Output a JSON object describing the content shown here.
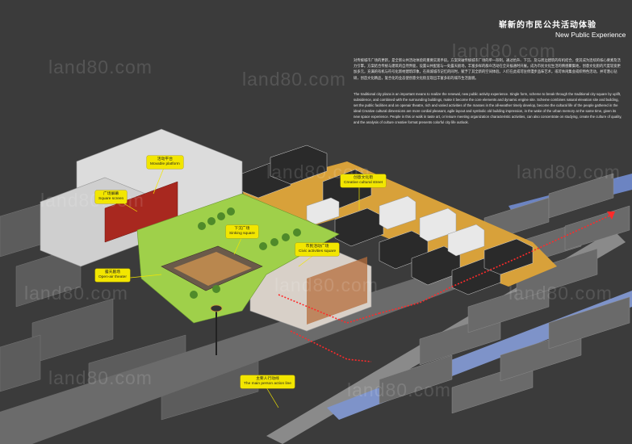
{
  "header": {
    "title_cn": "崭新的市民公共活动体验",
    "title_en": "New Public Experience"
  },
  "description": {
    "cn": "对传统城市广场的更新，是全新公共活动体验的重要实现手段。方案突破传统城市广场的单一形制，通过抬升、下沉、及与周边建筑的有机结合，使其成为连续的核心要素及活力引擎。方案结合传统与建筑的自然界面，设置公共配套与一处露天剧场，丰富多样的群众活动在全天候通时开展。成为市民文化生活的情感聚集地，创意文化街的尺度较宽更加多元，充满的有机与符号化新材建筑印象，在商城城市记忆的同时，赋予了其全新的空间体验。人们在此或可驻停漫步品味艺术，或可休闲集会或织特色活动，并可潜心钻研，创造文化精品，复合化的业态使创意文化街呈现出丰富多彩的城市生活面貌。",
    "en": "The traditional city plaza is an important means to realize the renewal, new public activity experience. Single form, scheme to break through the traditional city square by uplift, subsidence, and combined with the surrounding buildings, make it become the core elements and dynamic engine site. Scheme combines natural elevation site and building, set the public facilities and an openair theatre, rich and varied activities of the masses in the all-weather timely develop, become the cultural life of the people gathered in the ideal Creative cultural dimensions are more cordial pleasant, agile layout and symbolic old building impression, in the wake of the urban memory at the same time, given its new space experience. People in this or walk in taste art, or leisure meeting organization characteristic activities, can also concentrate on studying, create the culture of quality, and the analysis of culture creative format presents colorful city life outlook."
  },
  "callouts": [
    {
      "id": "movable-platform",
      "cn": "活动平台",
      "en": "Movable platform"
    },
    {
      "id": "square-screen",
      "cn": "广场屏幕",
      "en": "Square screen"
    },
    {
      "id": "sinking-square",
      "cn": "下沉广场",
      "en": "Sinking square"
    },
    {
      "id": "civic-square",
      "cn": "市民活动广场",
      "en": "Civic activities square"
    },
    {
      "id": "creative-street",
      "cn": "创意文化街",
      "en": "Creative cultural street"
    },
    {
      "id": "open-air-theater",
      "cn": "露天剧场",
      "en": "Open-air theater"
    },
    {
      "id": "main-action-line",
      "cn": "主要人行动线",
      "en": "The main person action line"
    }
  ],
  "watermark": "land80.com",
  "colors": {
    "background": "#3b3b3b",
    "lawn": "#9fd04a",
    "street": "#d8a13a",
    "callout": "#f2e600",
    "path": "#ff2a2a",
    "building": "#d9d9d9",
    "dark_building": "#2a2a2a"
  }
}
